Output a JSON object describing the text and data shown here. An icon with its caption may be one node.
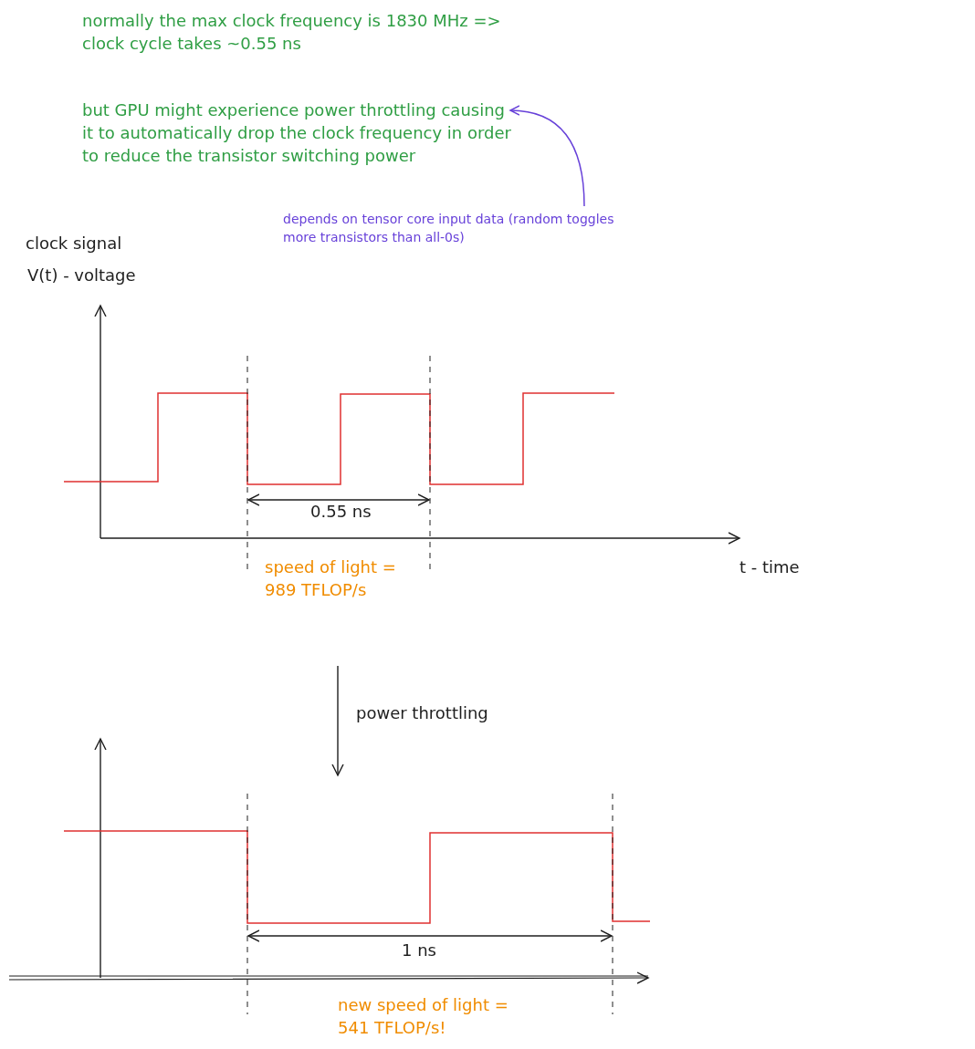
{
  "diagram": {
    "nodes": [
      {
        "text": [
          "normally the max clock frequency is 1830 MHz => clock cycle takes ~0.55 ns"
        ]
      },
      {
        "text": [
          "but GPU might experience power throttling causing it to automatically drop the clock frequency in order to reduce the transistor switching power"
        ]
      },
      {
        "text": [
          "depends on tensor core input data (random toggles more transistors than all-0s)"
        ]
      }
    ],
    "edges": [
      {
        "from": 2,
        "to": 1,
        "arrow": "to"
      }
    ],
    "labels": [
      "clock signal",
      "V(t) - voltage",
      "0.55 ns",
      "t - time",
      "speed of light = 989 TFLOP/s",
      "power throttling",
      "1 ns",
      "new speed of light = 541 TFLOP/s!"
    ]
  }
}
